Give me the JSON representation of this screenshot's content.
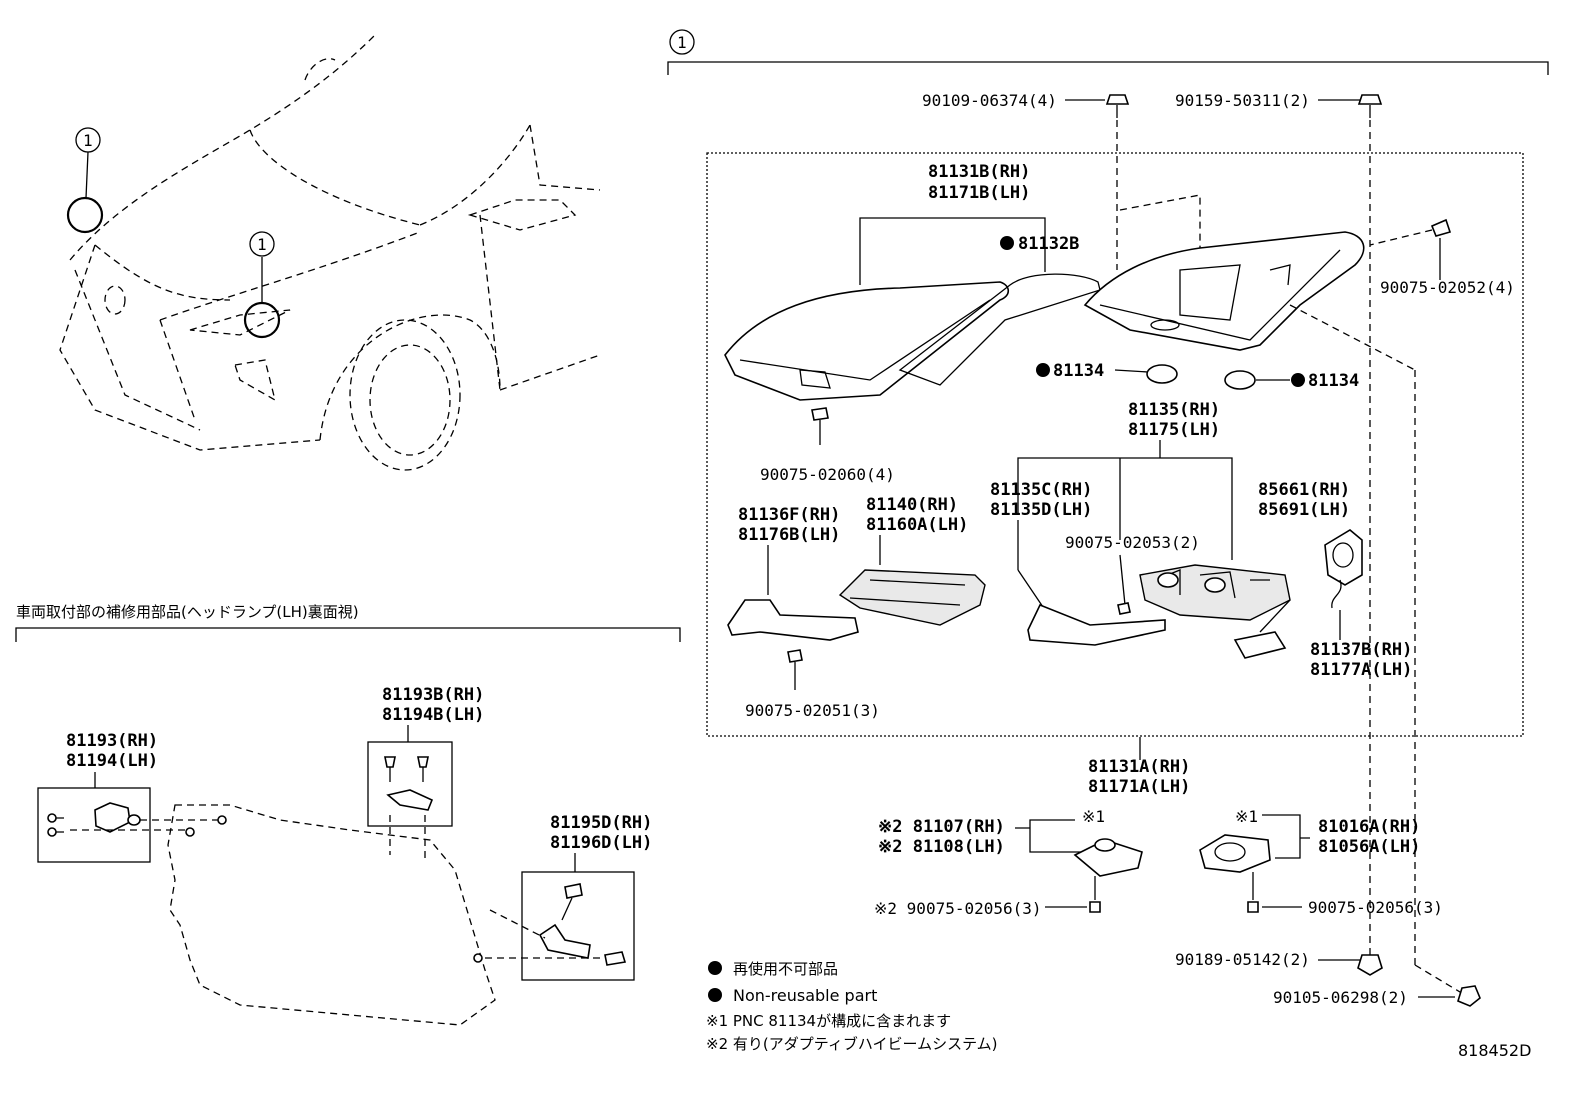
{
  "callouts": {
    "assembly_ref": "1"
  },
  "vehicle_view": {
    "callout_1a": "1",
    "callout_1b": "1"
  },
  "labels": {
    "bolt_90109": "90109-06374(4)",
    "bolt_90159": "90159-50311(2)",
    "lens_rh": "81131B(RH)",
    "lens_lh": "81171B(LH)",
    "gasket": "81132B",
    "screw_90075_4": "90075-02052(4)",
    "oring_left": "81134",
    "oring_right": "81134",
    "screw_90075_02060": "90075-02060(4)",
    "unit_rh": "81135(RH)",
    "unit_lh": "81175(LH)",
    "bracket_rh": "81135C(RH)",
    "bracket_lh": "81135D(LH)",
    "ecu_rh": "85661(RH)",
    "ecu_lh": "85691(LH)",
    "trim_rh": "81136F(RH)",
    "trim_lh": "81176B(LH)",
    "drl_rh": "81140(RH)",
    "drl_lh": "81160A(LH)",
    "screw_02053": "90075-02053(2)",
    "cover_rh": "81137B(RH)",
    "cover_lh": "81177A(LH)",
    "screw_02051": "90075-02051(3)",
    "assy_rh": "81131A(RH)",
    "assy_lh": "81171A(LH)",
    "actuator_mark_rh": "※2 81107(RH)",
    "actuator_mark_lh": "※2 81108(LH)",
    "note1_mark_a": "※1",
    "note1_mark_b": "※1",
    "leveling_rh": "81016A(RH)",
    "leveling_lh": "81056A(LH)",
    "screw_02056_left": "※2 90075-02056(3)",
    "screw_02056_right": "90075-02056(3)",
    "nut_90189": "90189-05142(2)",
    "bolt_90105": "90105-06298(2)",
    "repair_heading": "車両取付部の補修用部品(ヘッドランプ(LH)裏面視)",
    "rp_81193": "81193(RH)",
    "rp_81194": "81194(LH)",
    "rp_81193b": "81193B(RH)",
    "rp_81194b": "81194B(LH)",
    "rp_81195d": "81195D(RH)",
    "rp_81196d": "81196D(LH)",
    "diagram_id": "818452D"
  },
  "legend": {
    "non_reusable_jp": "再使用不可部品",
    "non_reusable_en": "Non-reusable part",
    "note1": "※1 PNC 81134が構成に含まれます",
    "note2": "※2 有り(アダプティブハイビームシステム)"
  }
}
